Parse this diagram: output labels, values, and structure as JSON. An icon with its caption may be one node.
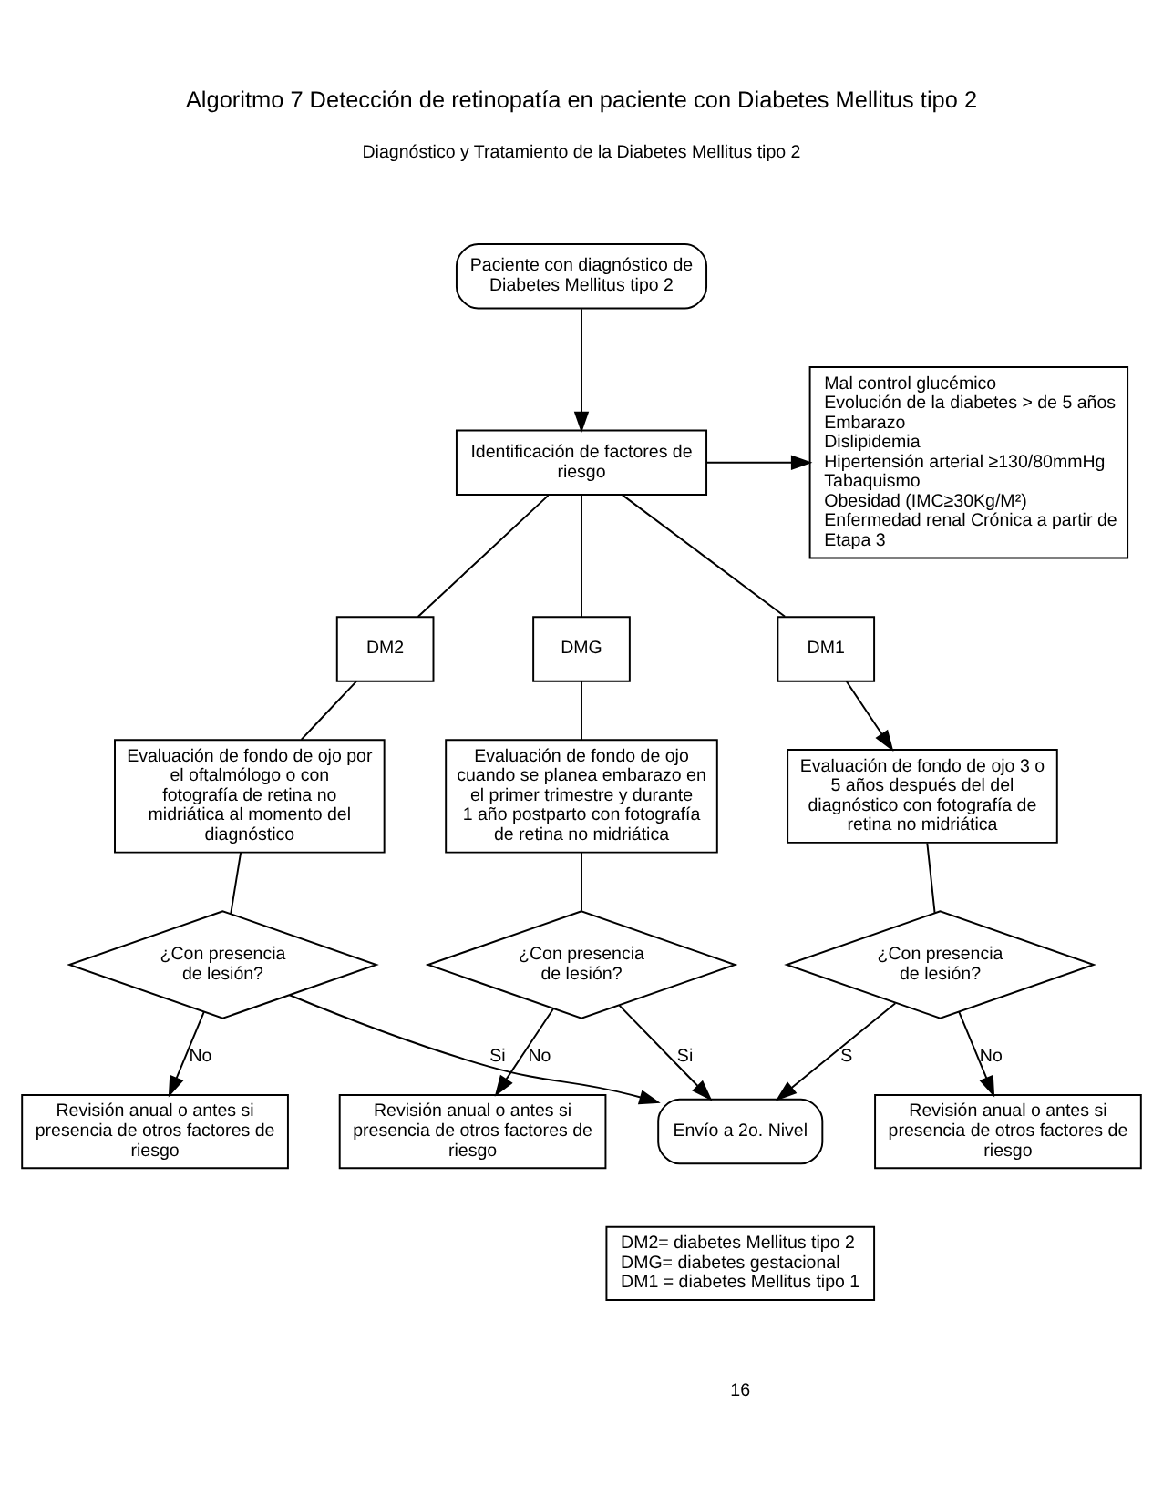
{
  "diagram": {
    "title": "Algoritmo 7 Detección de retinopatía en paciente con Diabetes Mellitus tipo 2",
    "nodes": [
      {
        "text": [
          "Paciente con diagnóstico de Diabetes Mellitus tipo 2"
        ]
      },
      {
        "text": [
          "Identificación de factores de riesgo"
        ]
      },
      {
        "text": [
          "Mal control glucémico",
          "Evolución de la diabetes > de 5 años",
          "Embarazo",
          "Dislipidemia",
          "Hipertensión arterial ≥130/80mmHg",
          "Tabaquismo",
          "Obesidad (IMC≥30Kg/M²)",
          "Enfermedad renal Crónica a partir de Etapa 3"
        ]
      },
      {
        "text": [
          "DM2"
        ]
      },
      {
        "text": [
          "DMG"
        ]
      },
      {
        "text": [
          "DM1"
        ]
      },
      {
        "text": [
          "Evaluación de fondo de ojo por el oftalmólogo o con fotografía de retina no midriática al momento del diagnóstico"
        ]
      },
      {
        "text": [
          "Evaluación de fondo de ojo cuando se planea embarazo en el primer trimestre y durante 1 año postparto con fotografía de retina no midriática"
        ]
      },
      {
        "text": [
          "Evaluación de fondo de ojo 3 o 5 años después del del diagnóstico con fotografía de retina no midriática"
        ]
      },
      {
        "text": [
          "¿Con presencia de lesión?"
        ]
      },
      {
        "text": [
          "¿Con presencia de lesión?"
        ]
      },
      {
        "text": [
          "¿Con presencia de lesión?"
        ]
      },
      {
        "text": [
          "Revisión anual o antes si presencia de otros factores de riesgo"
        ]
      },
      {
        "text": [
          "Revisión anual o antes si presencia de otros factores de riesgo"
        ]
      },
      {
        "text": [
          "Revisión anual o antes si presencia de otros factores de riesgo"
        ]
      },
      {
        "text": [
          "Envío a 2o. Nivel"
        ]
      },
      {
        "text": [
          "DM2= diabetes Mellitus tipo 2",
          "DMG= diabetes gestacional",
          "DM1 = diabetes Mellitus tipo 1"
        ]
      }
    ],
    "edges": [
      {
        "from": 0,
        "to": 1,
        "arrow": "to"
      },
      {
        "from": 1,
        "to": 2,
        "arrow": "to"
      },
      {
        "from": 1,
        "to": 3,
        "arrow": "none"
      },
      {
        "from": 1,
        "to": 4,
        "arrow": "none"
      },
      {
        "from": 1,
        "to": 5,
        "arrow": "none"
      },
      {
        "from": 3,
        "to": 6,
        "arrow": "none"
      },
      {
        "from": 4,
        "to": 7,
        "arrow": "none"
      },
      {
        "from": 5,
        "to": 8,
        "arrow": "to"
      },
      {
        "from": 6,
        "to": 9,
        "arrow": "none"
      },
      {
        "from": 7,
        "to": 10,
        "arrow": "none"
      },
      {
        "from": 8,
        "to": 11,
        "arrow": "none"
      },
      {
        "from": 9,
        "to": 12,
        "arrow": "to",
        "label": "No"
      },
      {
        "from": 9,
        "to": 15,
        "arrow": "to",
        "label": "Si"
      },
      {
        "from": 10,
        "to": 13,
        "arrow": "to",
        "label": "No"
      },
      {
        "from": 10,
        "to": 15,
        "arrow": "to",
        "label": "Si"
      },
      {
        "from": 11,
        "to": 14,
        "arrow": "to",
        "label": "No"
      },
      {
        "from": 11,
        "to": 15,
        "arrow": "to",
        "label": "S"
      }
    ],
    "labels": [
      "Diagnóstico y Tratamiento de la Diabetes Mellitus tipo 2",
      "16"
    ]
  }
}
